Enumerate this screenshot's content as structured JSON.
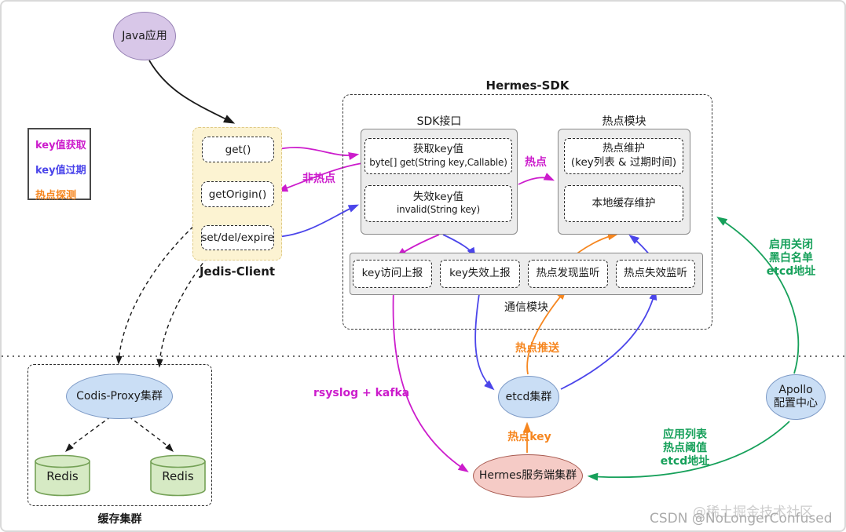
{
  "legend": {
    "items": [
      {
        "label": "key值获取",
        "color": "#cc1ccc"
      },
      {
        "label": "key值过期",
        "color": "#4b45ea"
      },
      {
        "label": "热点探测",
        "color": "#f6861f"
      }
    ]
  },
  "nodes": {
    "java_app": {
      "label": "Java应用"
    },
    "jedis": {
      "title": "Jedis-Client",
      "methods": [
        "get()",
        "getOrigin()",
        "set/del/expire"
      ]
    },
    "sdk": {
      "title": "Hermes-SDK",
      "interface": {
        "title": "SDK接口",
        "get": {
          "line1": "获取key值",
          "line2": "byte[] get(String key,Callable)"
        },
        "invalid": {
          "line1": "失效key值",
          "line2": "invalid(String key)"
        }
      },
      "hotspot": {
        "title": "热点模块",
        "maintain": {
          "line1": "热点维护",
          "line2": "(key列表 & 过期时间)"
        },
        "local_cache": {
          "line1": "本地缓存维护"
        }
      },
      "comm": {
        "title": "通信模块",
        "items": [
          "key访问上报",
          "key失效上报",
          "热点发现监听",
          "热点失效监听"
        ]
      }
    },
    "cache": {
      "title": "缓存集群",
      "proxy": "Codis-Proxy集群",
      "redis1": "Redis",
      "redis2": "Redis"
    },
    "etcd": {
      "label": "etcd集群"
    },
    "hermes_server": {
      "label": "Hermes服务端集群"
    },
    "apollo": {
      "line1": "Apollo",
      "line2": "配置中心"
    }
  },
  "edges": {
    "hotspot": "热点",
    "non_hotspot": "非热点",
    "hotspot_push": "热点推送",
    "hotspot_key": "热点key",
    "rsyslog_kafka": "rsyslog + kafka",
    "apollo_to_sdk": {
      "line1": "启用关闭",
      "line2": "黑白名单",
      "line3": "etcd地址"
    },
    "apollo_to_server": {
      "line1": "应用列表",
      "line2": "热点阈值",
      "line3": "etcd地址"
    }
  },
  "watermark": {
    "juejin": "@稀土掘金技术社区",
    "csdn": "CSDN @NoLongerConfused"
  },
  "colors": {
    "magenta": "#cc1ccc",
    "blue": "#4b45ea",
    "orange": "#f6861f",
    "green": "#16a05a",
    "black": "#1a1a1a"
  }
}
